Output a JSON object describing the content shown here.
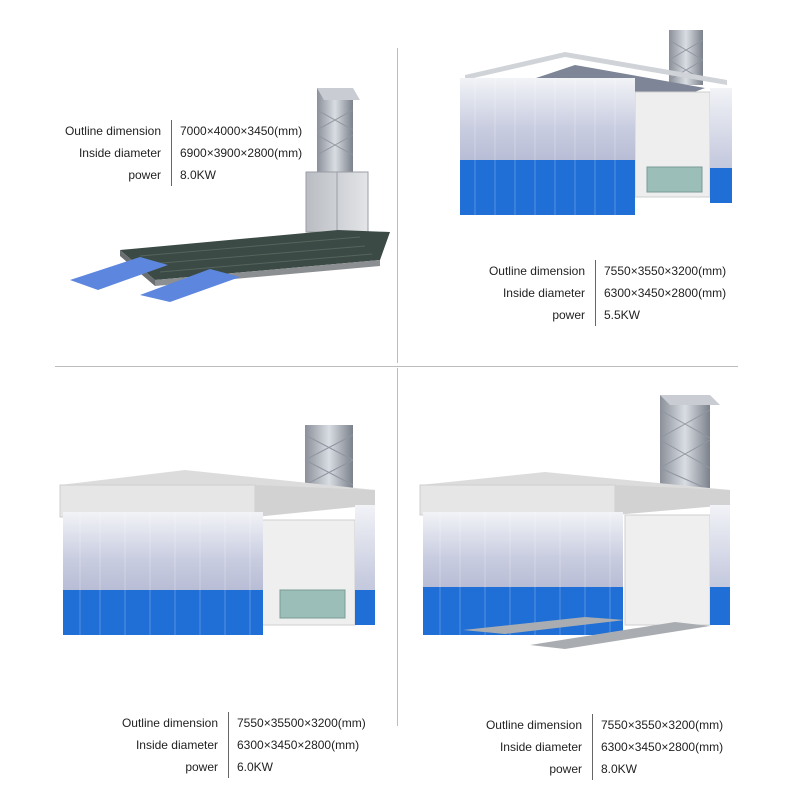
{
  "colors": {
    "curtain_blue": "#1f6fd6",
    "curtain_top": "#d7dbe8",
    "frame_gray": "#e4e4e4",
    "grid_green": "#3b4a44",
    "ramp_blue": "#5d86de"
  },
  "products": [
    {
      "specs": [
        {
          "label": "Outline dimension",
          "value": "7000×4000×3450(mm)"
        },
        {
          "label": "Inside diameter",
          "value": "6900×3900×2800(mm)"
        },
        {
          "label": "power",
          "value": "8.0KW"
        }
      ]
    },
    {
      "specs": [
        {
          "label": "Outline dimension",
          "value": "7550×3550×3200(mm)"
        },
        {
          "label": "Inside diameter",
          "value": "6300×3450×2800(mm)"
        },
        {
          "label": "power",
          "value": "5.5KW"
        }
      ]
    },
    {
      "specs": [
        {
          "label": "Outline dimension",
          "value": "7550×35500×3200(mm)"
        },
        {
          "label": "Inside diameter",
          "value": "6300×3450×2800(mm)"
        },
        {
          "label": "power",
          "value": "6.0KW"
        }
      ]
    },
    {
      "specs": [
        {
          "label": "Outline dimension",
          "value": "7550×3550×3200(mm)"
        },
        {
          "label": "Inside diameter",
          "value": "6300×3450×2800(mm)"
        },
        {
          "label": "power",
          "value": "8.0KW"
        }
      ]
    }
  ]
}
